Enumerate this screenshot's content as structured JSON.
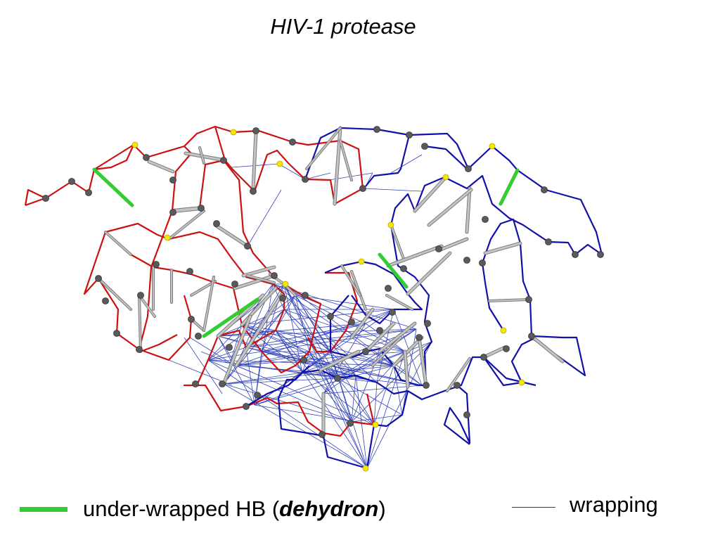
{
  "title": "HIV-1 protease",
  "legend": {
    "dehydron_prefix": "under-wrapped HB (",
    "dehydron_word": "dehydron",
    "dehydron_suffix": ")",
    "wrapping": "wrapping"
  },
  "colors": {
    "chain_a": "#cc1111",
    "chain_b": "#1111aa",
    "hbond": "#b0b0b0",
    "dehydron": "#33cc33",
    "wrapping": "#3344bb",
    "node": "#5a5a5a",
    "node_yellow": "#f5e800"
  }
}
